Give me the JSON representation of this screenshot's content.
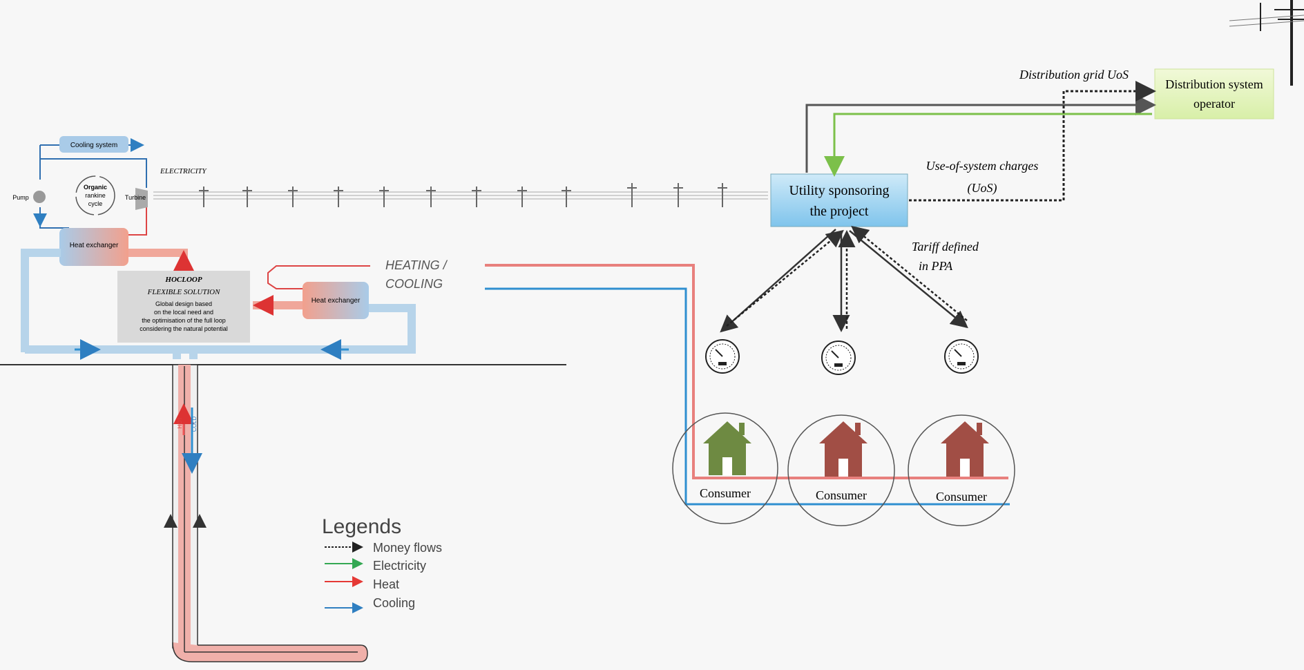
{
  "orc": {
    "cooling_system": "Cooling system",
    "cycle_line1": "Organic",
    "cycle_line2": "rankine",
    "cycle_line3": "cycle",
    "pump": "Pump",
    "turbine": "Turbine",
    "heat_exchanger": "Heat exchanger",
    "electricity": "ELECTRICITY"
  },
  "hocloop": {
    "title": "HOCLOOP",
    "subtitle": "FLEXIBLE SOLUTION",
    "desc1": "Global design based",
    "desc2": "on the local need and",
    "desc3": "the optimisation of the full loop",
    "desc4": "considering the natural potential",
    "heat_exchanger": "Heat exchanger",
    "hot": "HOT",
    "cold": "COLD"
  },
  "heating_cooling": {
    "line1": "HEATING /",
    "line2": "COOLING"
  },
  "utility": {
    "line1": "Utility sponsoring",
    "line2": "the project"
  },
  "dso": {
    "line1": "Distribution system",
    "line2": "operator"
  },
  "labels": {
    "grid_uos": "Distribution grid UoS",
    "uos_line1": "Use-of-system charges",
    "uos_line2": "(UoS)",
    "tariff_line1": "Tariff defined",
    "tariff_line2": "in PPA"
  },
  "consumers": [
    "Consumer",
    "Consumer",
    "Consumer"
  ],
  "legend": {
    "title": "Legends",
    "items": [
      {
        "label": "Money flows",
        "color": "#333333"
      },
      {
        "label": "Electricity",
        "color": "#34a853"
      },
      {
        "label": "Heat",
        "color": "#e53935"
      },
      {
        "label": "Cooling",
        "color": "#2f7fc1"
      }
    ]
  },
  "colors": {
    "heat": "#e8807d",
    "cooling": "#2f8fd0",
    "electricity": "#7cc04a",
    "house_green": "#6e8a42",
    "house_red": "#a14e45"
  }
}
